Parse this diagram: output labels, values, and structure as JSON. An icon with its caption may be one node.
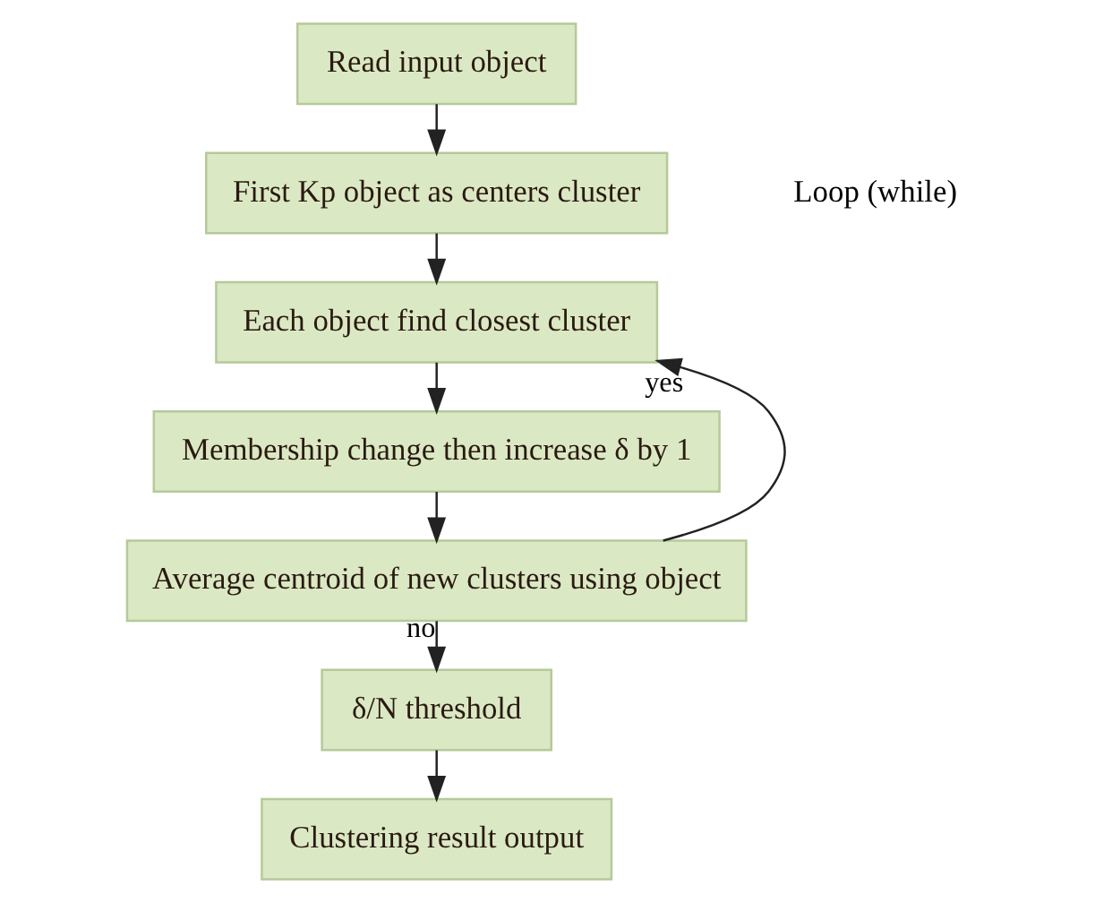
{
  "diagram": {
    "nodes": [
      {
        "text": [
          "Read input object"
        ]
      },
      {
        "text": [
          "First Kp object as centers cluster"
        ]
      },
      {
        "text": [
          "Each object find closest cluster"
        ]
      },
      {
        "text": [
          "Membership change then increase δ by 1"
        ]
      },
      {
        "text": [
          "Average centroid of new clusters using object"
        ]
      },
      {
        "text": [
          "δ/N threshold"
        ]
      },
      {
        "text": [
          "Clustering result output"
        ]
      }
    ],
    "edges": [
      {
        "from": 0,
        "to": 1,
        "arrow": "to"
      },
      {
        "from": 1,
        "to": 2,
        "arrow": "to"
      },
      {
        "from": 2,
        "to": 3,
        "arrow": "to"
      },
      {
        "from": 3,
        "to": 4,
        "arrow": "to"
      },
      {
        "from": 4,
        "to": 5,
        "arrow": "to",
        "label": "no"
      },
      {
        "from": 4,
        "to": 2,
        "arrow": "to",
        "label": "yes"
      },
      {
        "from": 5,
        "to": 6,
        "arrow": "to"
      }
    ],
    "labels": [
      "Loop (while)"
    ]
  }
}
